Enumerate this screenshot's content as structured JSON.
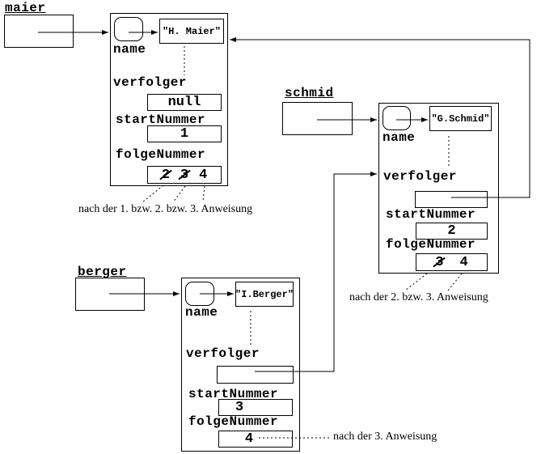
{
  "colors": {
    "ink": "#000000",
    "background": "#ffffff"
  },
  "objects": [
    {
      "var_label": "maier",
      "fields": {
        "name_label": "name",
        "name_value": "\"H. Maier\"",
        "verfolger_label": "verfolger",
        "verfolger_value": "null",
        "startnummer_label": "startNummer",
        "startnummer_value": "1",
        "folgenummer_label": "folgeNummer",
        "folgenummer_values": [
          {
            "text": "2",
            "struck": true
          },
          {
            "text": "3",
            "struck": true
          },
          {
            "text": "4",
            "struck": false
          }
        ]
      },
      "note": "nach der 1. bzw. 2. bzw. 3. Anweisung"
    },
    {
      "var_label": "schmid",
      "fields": {
        "name_label": "name",
        "name_value": "\"G.Schmid\"",
        "verfolger_label": "verfolger",
        "verfolger_value": "",
        "startnummer_label": "startNummer",
        "startnummer_value": "2",
        "folgenummer_label": "folgeNummer",
        "folgenummer_values": [
          {
            "text": "3",
            "struck": true
          },
          {
            "text": "4",
            "struck": false
          }
        ]
      },
      "note": "nach der 2. bzw. 3. Anweisung"
    },
    {
      "var_label": "berger",
      "fields": {
        "name_label": "name",
        "name_value": "\"I.Berger\"",
        "verfolger_label": "verfolger",
        "verfolger_value": "",
        "startnummer_label": "startNummer",
        "startnummer_value": "3",
        "folgenummer_label": "folgeNummer",
        "folgenummer_values": [
          {
            "text": "4",
            "struck": false
          }
        ]
      },
      "note": "nach der 3. Anweisung"
    }
  ],
  "references": [
    {
      "from": "maier variable",
      "to": "maier object"
    },
    {
      "from": "schmid variable",
      "to": "schmid object"
    },
    {
      "from": "berger variable",
      "to": "berger object"
    },
    {
      "from": "maier.verfolger",
      "to": "null"
    },
    {
      "from": "schmid.verfolger",
      "to": "maier object"
    },
    {
      "from": "berger.verfolger",
      "to": "schmid object"
    }
  ]
}
